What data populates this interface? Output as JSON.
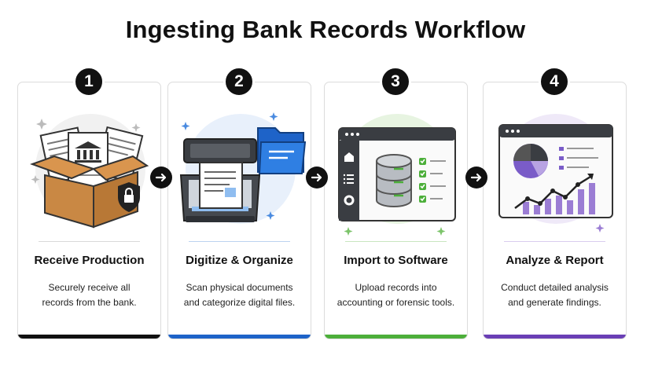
{
  "title": "Ingesting Bank Records Workflow",
  "steps": [
    {
      "number": "1",
      "title": "Receive Production",
      "desc1": "Securely receive all",
      "desc2": "records from the bank.",
      "accent": "#111111"
    },
    {
      "number": "2",
      "title": "Digitize & Organize",
      "desc1": "Scan physical documents",
      "desc2": "and categorize digital files.",
      "accent": "#1e63c8"
    },
    {
      "number": "3",
      "title": "Import to Software",
      "desc1": "Upload records into",
      "desc2": "accounting or forensic tools.",
      "accent": "#4caf3a"
    },
    {
      "number": "4",
      "title": "Analyze & Report",
      "desc1": "Conduct detailed analysis",
      "desc2": "and generate findings.",
      "accent": "#6a3fb5"
    }
  ],
  "icons": {
    "step1": "box-with-documents-and-lock-icon",
    "step2": "scanner-and-folder-icon",
    "step3": "software-window-database-icon",
    "step4": "analytics-dashboard-icon",
    "arrow": "arrow-right-icon"
  }
}
